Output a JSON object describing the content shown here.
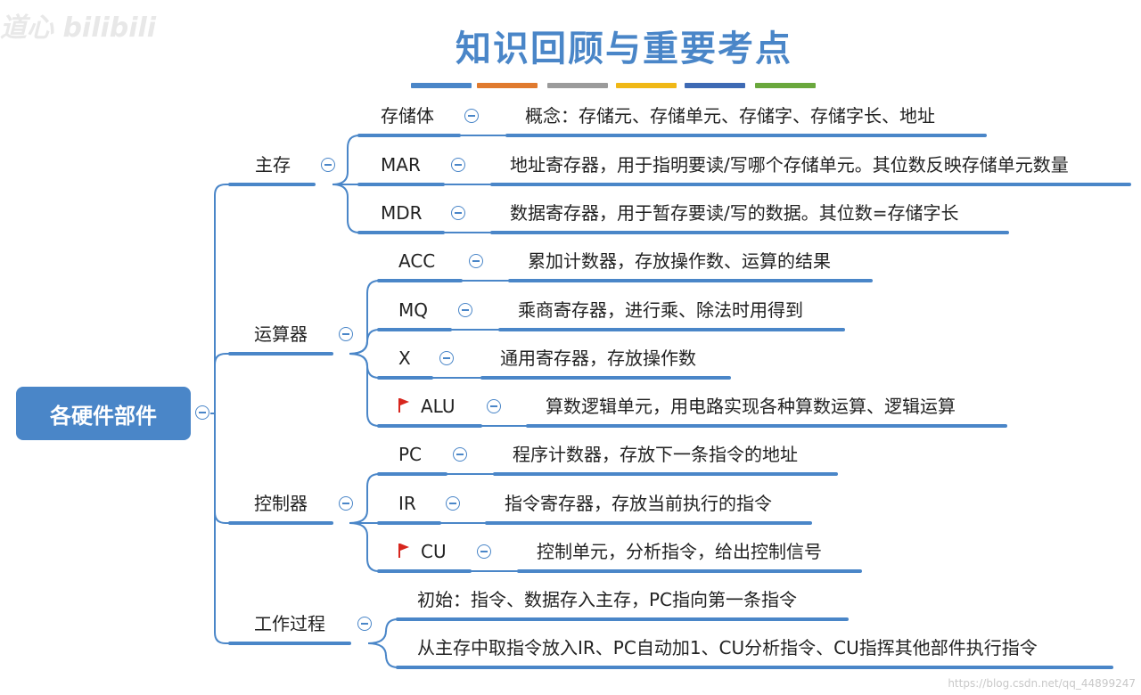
{
  "title": "知识回顾与重要考点",
  "stripe_colors": [
    "#4a86c8",
    "#e07a2e",
    "#9b9b9b",
    "#f0b816",
    "#3e6ab4",
    "#6aa83d"
  ],
  "watermark": {
    "logo_text": "道心 bilibili",
    "url_text": "https://blog.csdn.net/qq_44899247"
  },
  "root": {
    "label": "各硬件部件"
  },
  "branches": [
    {
      "label": "主存",
      "children": [
        {
          "label": "存储体",
          "desc": "概念：存储元、存储单元、存储字、存储字长、地址"
        },
        {
          "label": "MAR",
          "desc": "地址寄存器，用于指明要读/写哪个存储单元。其位数反映存储单元数量"
        },
        {
          "label": "MDR",
          "desc": "数据寄存器，用于暂存要读/写的数据。其位数=存储字长"
        }
      ]
    },
    {
      "label": "运算器",
      "children": [
        {
          "label": "ACC",
          "desc": "累加计数器，存放操作数、运算的结果"
        },
        {
          "label": "MQ",
          "desc": "乘商寄存器，进行乘、除法时用得到"
        },
        {
          "label": "X",
          "desc": "通用寄存器，存放操作数"
        },
        {
          "label": "ALU",
          "desc": "算数逻辑单元，用电路实现各种算数运算、逻辑运算",
          "flag": true
        }
      ]
    },
    {
      "label": "控制器",
      "children": [
        {
          "label": "PC",
          "desc": "程序计数器，存放下一条指令的地址"
        },
        {
          "label": "IR",
          "desc": "指令寄存器，存放当前执行的指令"
        },
        {
          "label": "CU",
          "desc": "控制单元，分析指令，给出控制信号",
          "flag": true
        }
      ]
    },
    {
      "label": "工作过程",
      "children": [
        {
          "desc": "初始：指令、数据存入主存，PC指向第一条指令"
        },
        {
          "desc": "从主存中取指令放入IR、PC自动加1、CU分析指令、CU指挥其他部件执行指令"
        }
      ]
    }
  ]
}
